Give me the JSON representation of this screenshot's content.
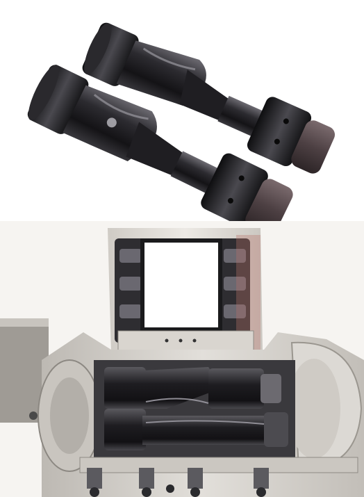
{
  "figure": {
    "panels": [
      {
        "id": "top",
        "subject": "two-mixing-rotors"
      },
      {
        "id": "bottom",
        "subject": "mixer-open-chamber"
      }
    ],
    "colors": {
      "background": "#ffffff",
      "rotor_dark": "#1c1b1e",
      "rotor_mid": "#3b3a3f",
      "rotor_highlight": "#8a8890",
      "end_cap": "#55474a",
      "housing": "#d9d6d1",
      "housing_shadow": "#a9a59f",
      "chamber_dark": "#2a292c"
    }
  }
}
